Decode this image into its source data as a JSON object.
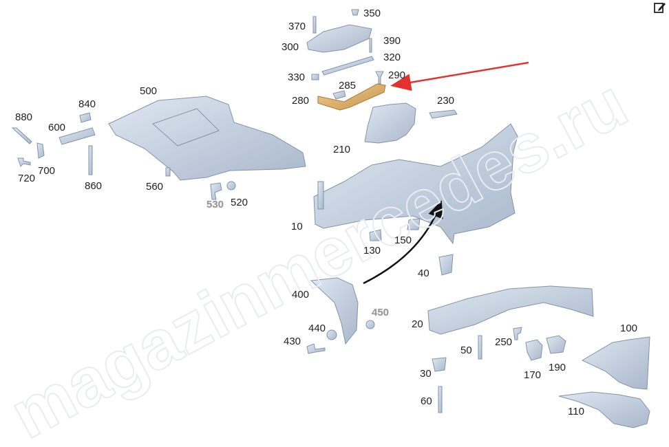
{
  "watermark": "magazinmercedes.ru",
  "edit_icon": "edit-icon",
  "colors": {
    "part_fill": "#c3cfde",
    "part_stroke": "#8493a8",
    "highlight_fill": "#e0b677",
    "highlight_stroke": "#a77a3c",
    "arrow_red": "#e53030",
    "arrow_black": "#111111",
    "grey_label": "#9a9a9a"
  },
  "labels": {
    "p350": "350",
    "p370": "370",
    "p300": "300",
    "p390": "390",
    "p320": "320",
    "p330": "330",
    "p290": "290",
    "p285": "285",
    "p280": "280",
    "p230": "230",
    "p210": "210",
    "p500": "500",
    "p840": "840",
    "p880": "880",
    "p600": "600",
    "p720": "720",
    "p700": "700",
    "p860": "860",
    "p560": "560",
    "p530": "530",
    "p520": "520",
    "p10": "10",
    "p130": "130",
    "p150": "150",
    "p40": "40",
    "p400": "400",
    "p450": "450",
    "p440": "440",
    "p430": "430",
    "p20": "20",
    "p50": "50",
    "p250": "250",
    "p170": "170",
    "p190": "190",
    "p100": "100",
    "p30": "30",
    "p60": "60",
    "p110": "110"
  }
}
